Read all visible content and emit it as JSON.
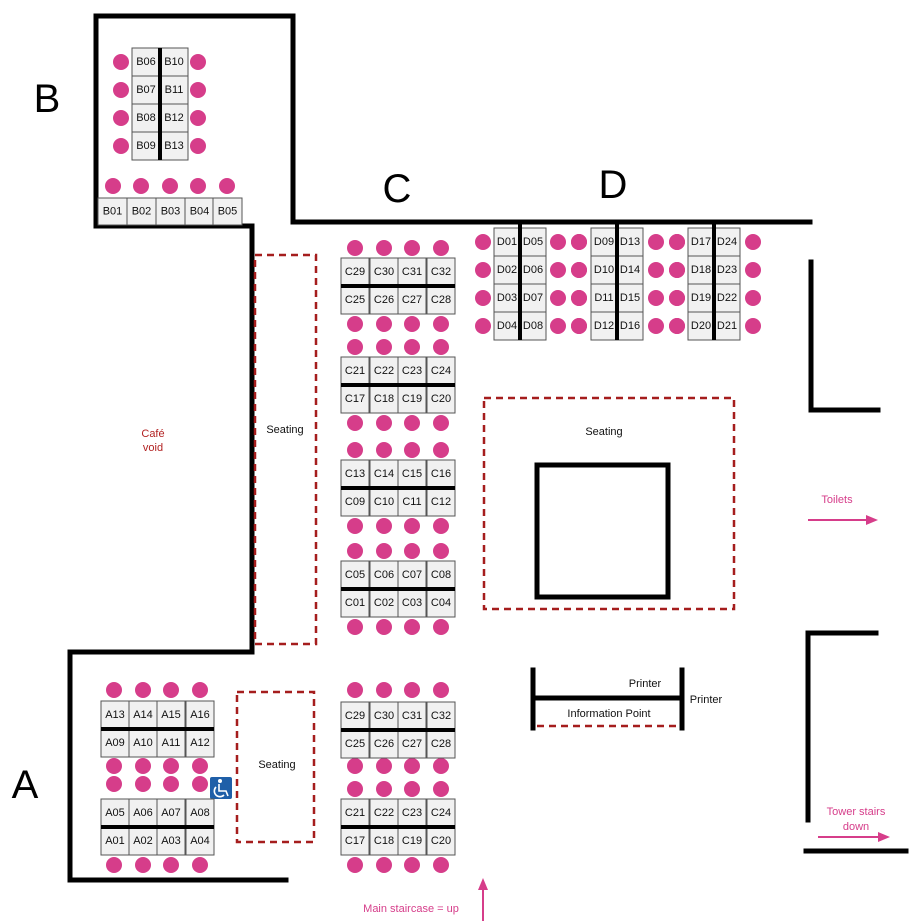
{
  "zones": {
    "a": "A",
    "b": "B",
    "c": "C",
    "d": "D"
  },
  "labels": {
    "seating_left": "Seating",
    "seating_center": "Seating",
    "seating_a": "Seating",
    "cafe_void_line1": "Café",
    "cafe_void_line2": "void",
    "printer_top": "Printer",
    "printer_right": "Printer",
    "information_point": "Information Point",
    "toilets": "Toilets",
    "tower_stairs_line1": "Tower stairs",
    "tower_stairs_line2": "down",
    "main_staircase": "Main staircase = up"
  },
  "colors": {
    "seat": "#d63d8a",
    "dashed_outline": "#a51d1d",
    "wall": "#000000",
    "accessible_badge": "#1f5fa8"
  },
  "icons": {
    "accessible": "wheelchair-icon",
    "arrows": "arrow-icon"
  },
  "desks": {
    "B": [
      "B06",
      "B10",
      "B07",
      "B11",
      "B08",
      "B12",
      "B09",
      "B13",
      "B01",
      "B02",
      "B03",
      "B04",
      "B05"
    ],
    "C": [
      "C29",
      "C30",
      "C31",
      "C32",
      "C25",
      "C26",
      "C27",
      "C28",
      "C21",
      "C22",
      "C23",
      "C24",
      "C17",
      "C18",
      "C19",
      "C20",
      "C13",
      "C14",
      "C15",
      "C16",
      "C09",
      "C10",
      "C11",
      "C12",
      "C05",
      "C06",
      "C07",
      "C08",
      "C01",
      "C02",
      "C03",
      "C04",
      "C29",
      "C30",
      "C31",
      "C32",
      "C25",
      "C26",
      "C27",
      "C28",
      "C21",
      "C22",
      "C23",
      "C24",
      "C17",
      "C18",
      "C19",
      "C20"
    ],
    "D": [
      "D01",
      "D05",
      "D02",
      "D06",
      "D03",
      "D07",
      "D04",
      "D08",
      "D09",
      "D13",
      "D10",
      "D14",
      "D11",
      "D15",
      "D12",
      "D16",
      "D17",
      "D24",
      "D18",
      "D23",
      "D19",
      "D22",
      "D20",
      "D21"
    ],
    "A": [
      "A13",
      "A14",
      "A15",
      "A16",
      "A09",
      "A10",
      "A11",
      "A12",
      "A05",
      "A06",
      "A07",
      "A08",
      "A01",
      "A02",
      "A03",
      "A04"
    ]
  }
}
